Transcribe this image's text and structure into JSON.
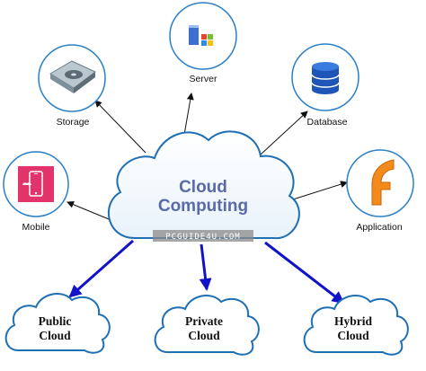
{
  "center": {
    "line1": "Cloud",
    "line2": "Computing",
    "watermark": "PCGUIDE4U.COM"
  },
  "services": {
    "server": "Server",
    "storage": "Storage",
    "database": "Database",
    "mobile": "Mobile",
    "application": "Application"
  },
  "types": {
    "public": {
      "line1": "Public",
      "line2": "Cloud"
    },
    "private": {
      "line1": "Private",
      "line2": "Cloud"
    },
    "hybrid": {
      "line1": "Hybrid",
      "line2": "Cloud"
    }
  },
  "icons": {
    "server": "server-window-icon",
    "storage": "hard-drive-icon",
    "database": "database-cylinder-icon",
    "mobile": "mobile-device-icon",
    "application": "application-logo-icon"
  },
  "colors": {
    "circle_border": "#2a7fc8",
    "cloud_border": "#1f6fb4",
    "center_text": "#5a6aa8",
    "thick_arrow": "#1212c8",
    "thin_arrow": "#111111"
  }
}
